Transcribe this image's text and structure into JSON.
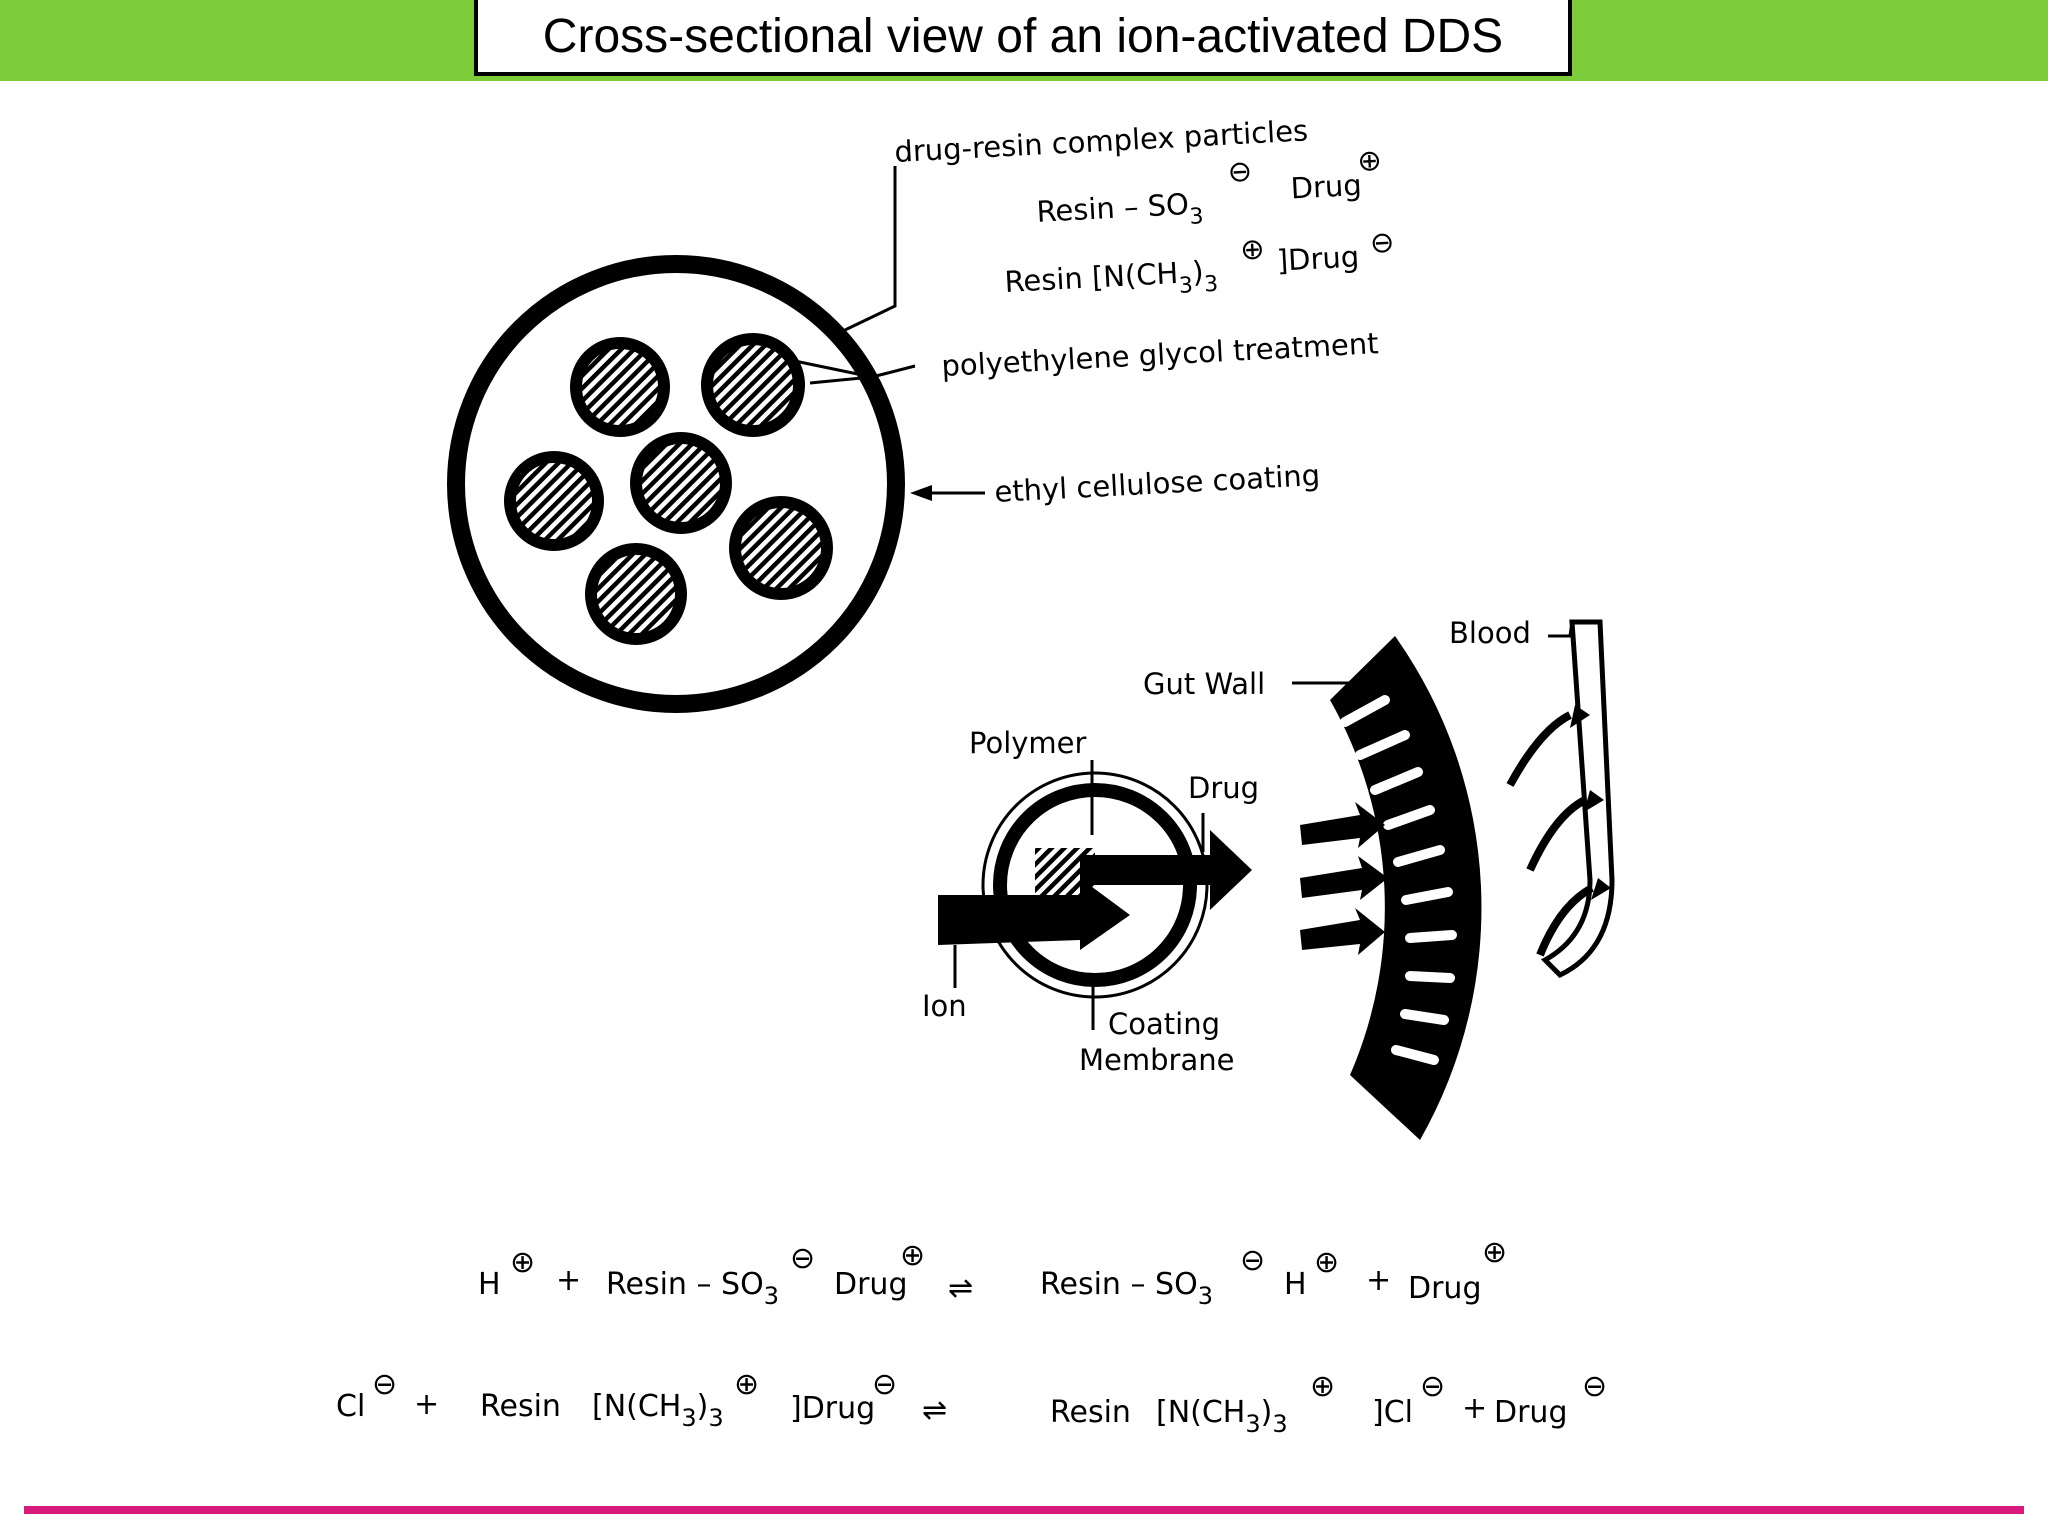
{
  "title": "Cross-sectional view of an ion-activated DDS",
  "colors": {
    "header_band": "#7ccc3a",
    "bottom_rule": "#d81b7a",
    "ink": "#000000"
  },
  "labels": {
    "drug_resin": "drug-resin complex particles",
    "peg": "polyethylene glycol treatment",
    "ethyl": "ethyl cellulose coating",
    "blood": "Blood",
    "gut_wall": "Gut Wall",
    "polymer": "Polymer",
    "drug": "Drug",
    "ion": "Ion",
    "coating": "Coating",
    "membrane": "Membrane"
  },
  "chem": {
    "resin": "Resin",
    "dash": "–",
    "so": "SO",
    "sub3": "3",
    "drug": "Drug",
    "n_ch": "[N(CH",
    "close_paren": ")",
    "bracket_drug": "]Drug",
    "bracket_cl": "]Cl",
    "h": "H",
    "cl": "Cl",
    "plus": "+",
    "plus_charge": "⊕",
    "minus_charge": "⊖",
    "equilibrium": "⇌"
  }
}
